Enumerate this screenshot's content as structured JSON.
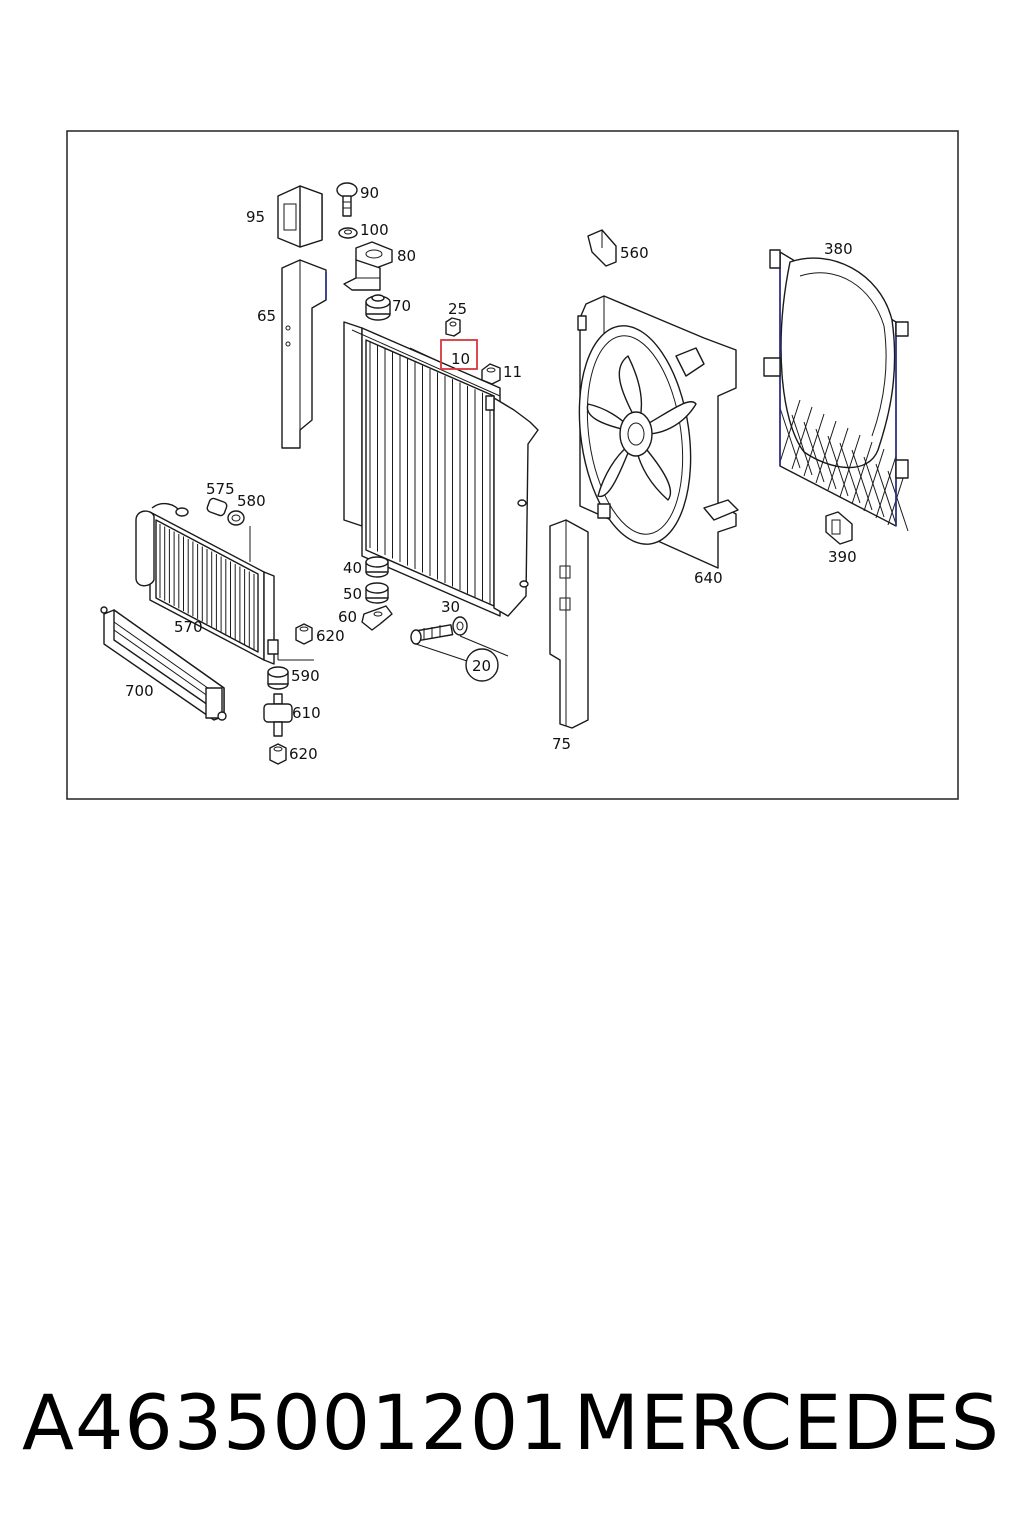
{
  "diagram": {
    "highlight_color": "#d9363e",
    "callouts": {
      "c95": "95",
      "c90": "90",
      "c100": "100",
      "c80": "80",
      "c70": "70",
      "c65": "65",
      "c25": "25",
      "c10": "10",
      "c11": "11",
      "c560": "560",
      "c380": "380",
      "c640": "640",
      "c390": "390",
      "c575": "575",
      "c580": "580",
      "c570": "570",
      "c40": "40",
      "c50": "50",
      "c60": "60",
      "c30": "30",
      "c620a": "620",
      "c20": "20",
      "c700": "700",
      "c590": "590",
      "c610": "610",
      "c620b": "620",
      "c75": "75"
    },
    "highlighted_callout": "10"
  },
  "footer": {
    "part_number": "A4635001201",
    "brand": "MERCEDES"
  }
}
